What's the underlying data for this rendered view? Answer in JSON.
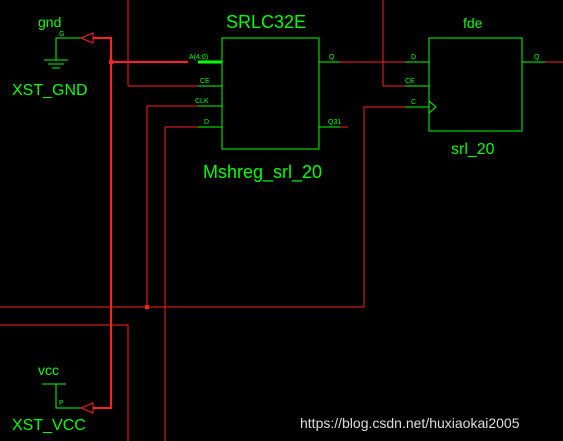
{
  "colors": {
    "background": "#000000",
    "wire": "#ff0000",
    "symbol": "#00ff00"
  },
  "gnd": {
    "type_label": "gnd",
    "pin_label": "G",
    "instance_label": "XST_GND"
  },
  "vcc": {
    "type_label": "vcc",
    "pin_label": "P",
    "instance_label": "XST_VCC"
  },
  "srl": {
    "type_label": "SRLC32E",
    "instance_label": "Mshreg_srl_20",
    "pins": {
      "a": "A(4:0)",
      "ce": "CE",
      "clk": "CLK",
      "d": "D",
      "q": "Q",
      "q31": "Q31"
    }
  },
  "fde": {
    "type_label": "fde",
    "instance_label": "srl_20",
    "pins": {
      "d": "D",
      "ce": "CE",
      "c": "C",
      "q": "Q"
    }
  },
  "watermark": "https://blog.csdn.net/huxiaokai2005"
}
